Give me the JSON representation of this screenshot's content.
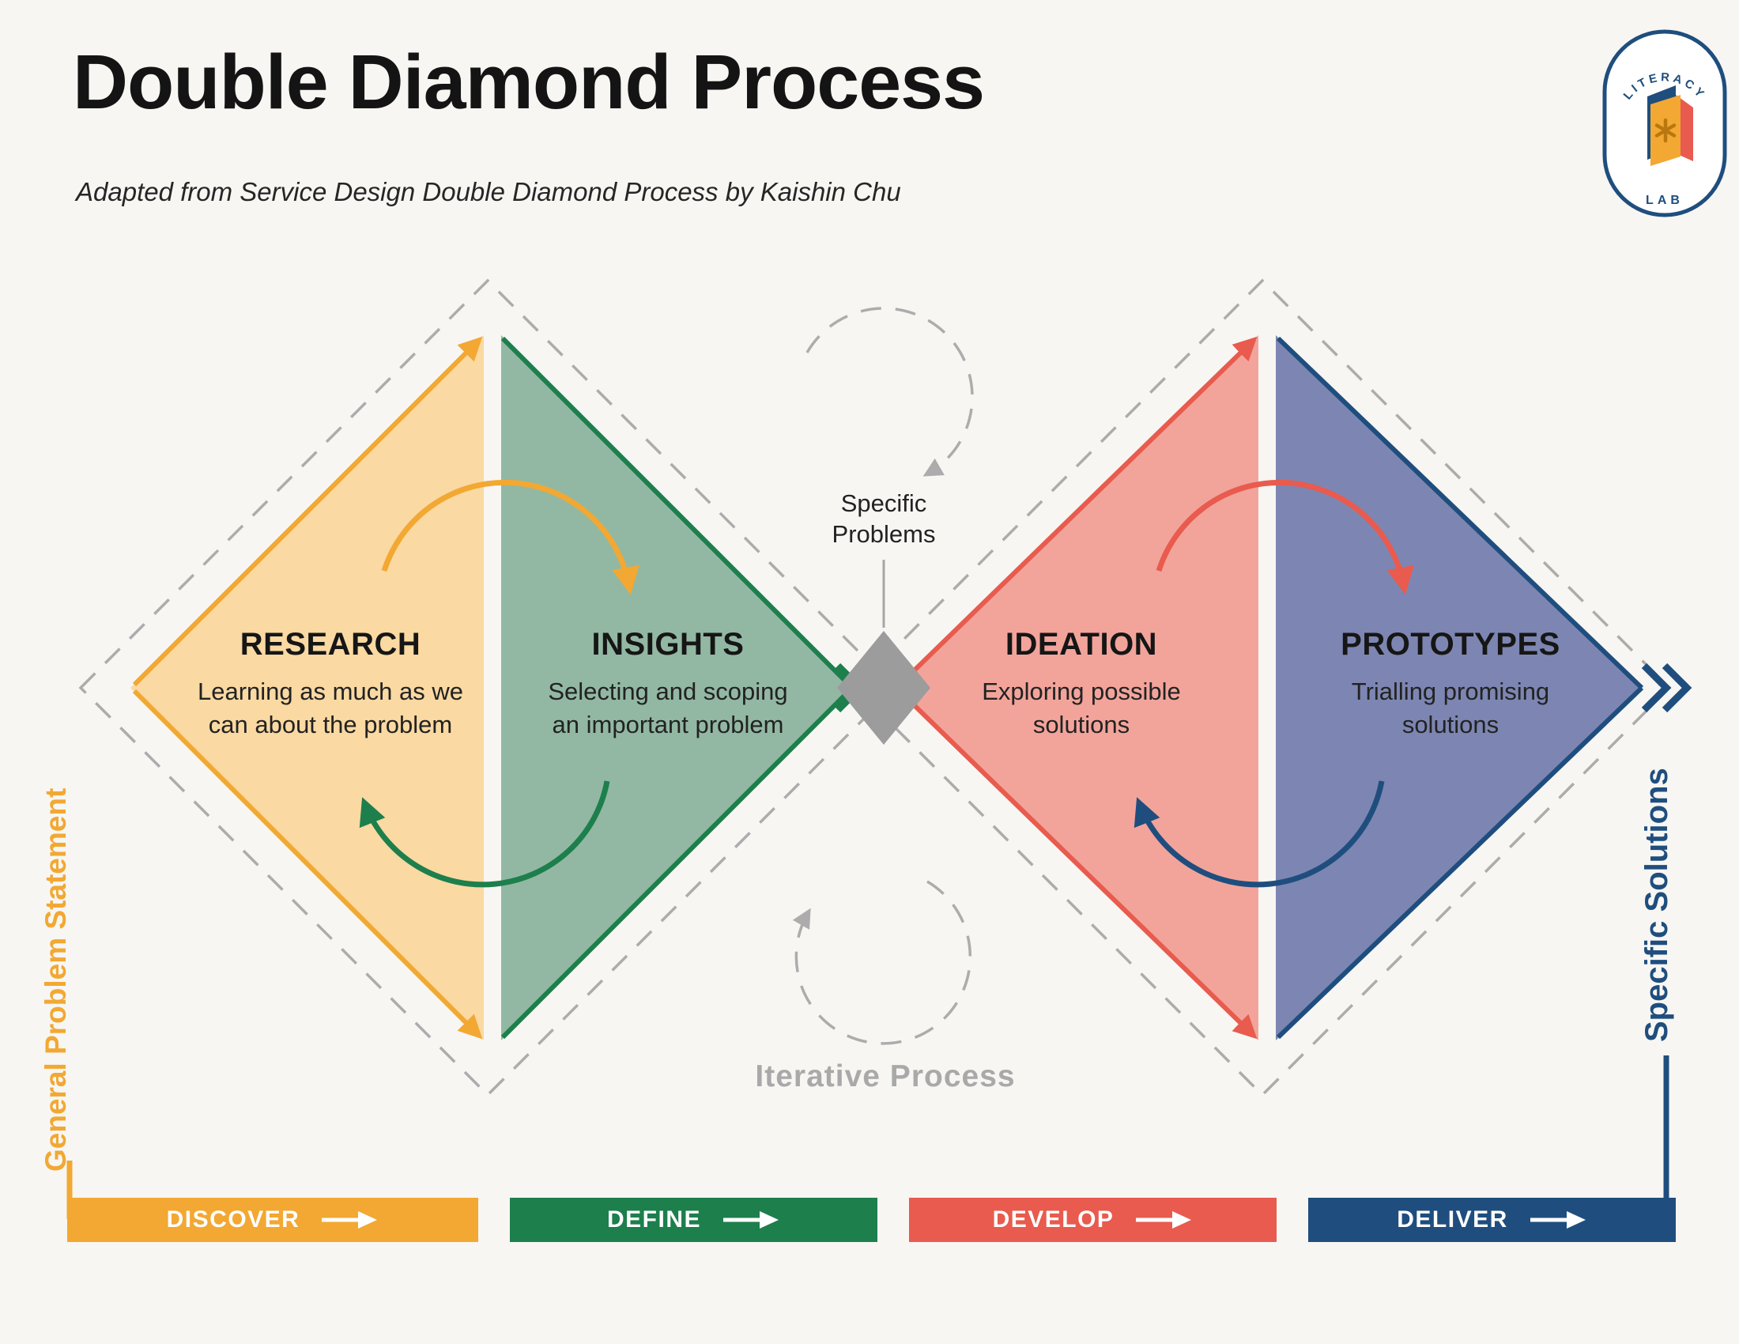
{
  "header": {
    "title": "Double Diamond Process",
    "subtitle": "Adapted from Service Design Double Diamond Process by Kaishin Chu"
  },
  "logo": {
    "top_text": "LITERACY",
    "bottom_text": "LAB"
  },
  "diamonds": {
    "stages": [
      {
        "name": "RESEARCH",
        "description": "Learning as much as we can about the problem",
        "fill": "#FAD9A2",
        "border": "#F2A832"
      },
      {
        "name": "INSIGHTS",
        "description": "Selecting and scoping an important problem",
        "fill": "#92B8A3",
        "border": "#1D7F4C"
      },
      {
        "name": "IDEATION",
        "description": "Exploring possible solutions",
        "fill": "#F2A49B",
        "border": "#E85B4E"
      },
      {
        "name": "PROTOTYPES",
        "description": "Trialling promising solutions",
        "fill": "#7D86B2",
        "border": "#1F4E7E"
      }
    ]
  },
  "annotations": {
    "specific_problems": "Specific\nProblems",
    "iterative_process": "Iterative Process",
    "left_axis_label": "General Problem Statement",
    "right_axis_label": "Specific Solutions"
  },
  "phases": [
    {
      "label": "DISCOVER",
      "color": "#F2A832"
    },
    {
      "label": "DEFINE",
      "color": "#1D7F4C"
    },
    {
      "label": "DEVELOP",
      "color": "#E85B4E"
    },
    {
      "label": "DELIVER",
      "color": "#1F4E7E"
    }
  ],
  "colors": {
    "dashed_outline": "#ACACAC",
    "center_diamond": "#9C9C9C",
    "iterative_text": "#A9A9A9",
    "background": "#F7F6F3",
    "title_text": "#141414"
  }
}
